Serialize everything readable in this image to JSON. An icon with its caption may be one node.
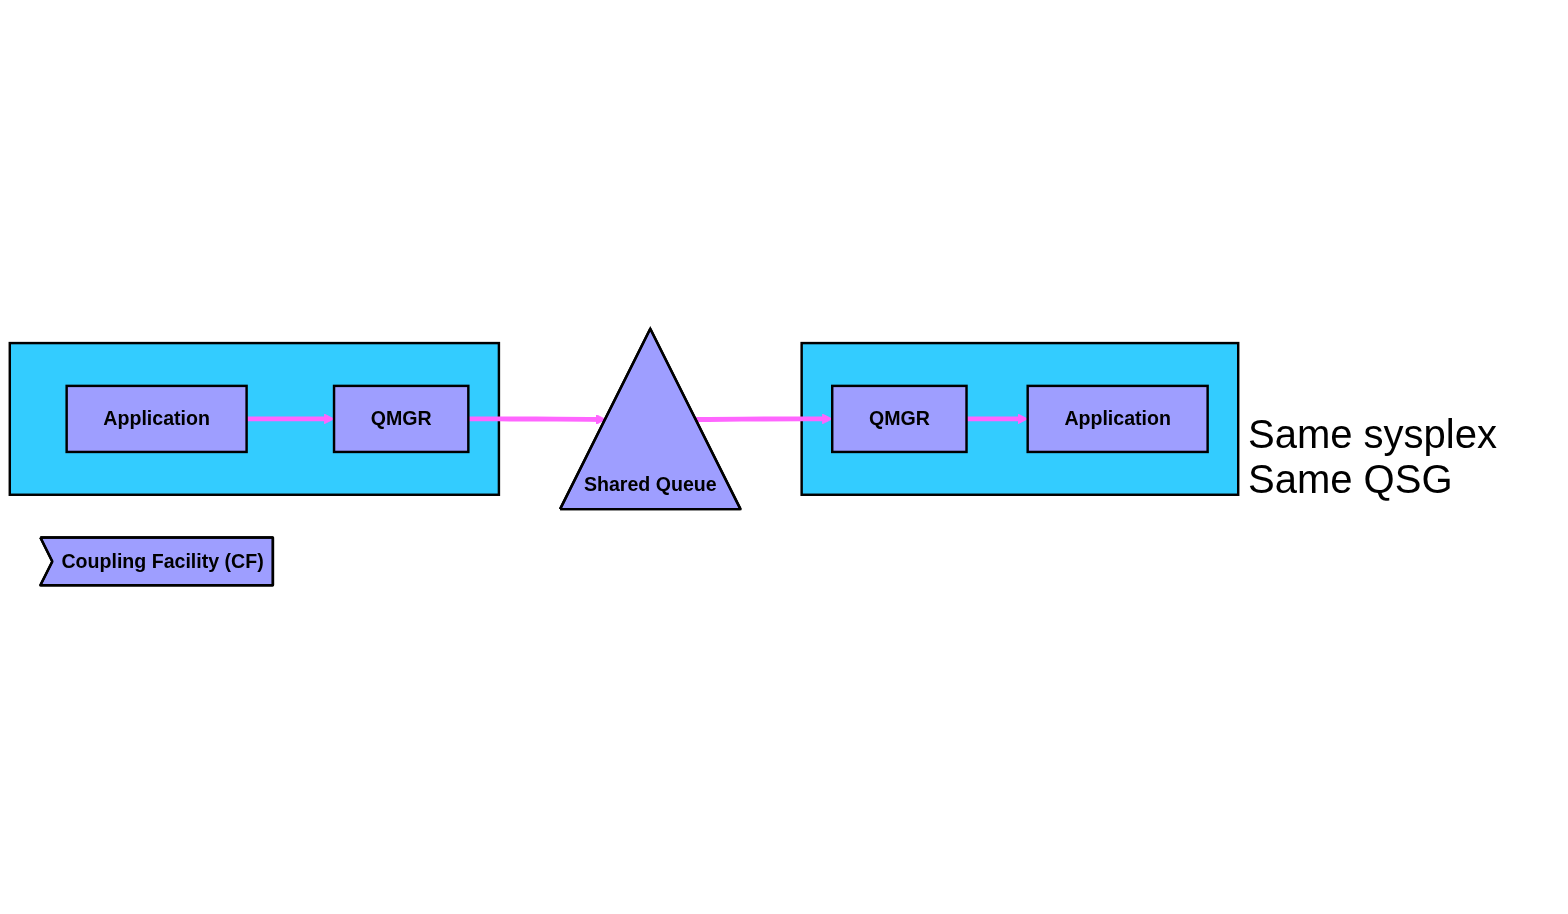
{
  "diagram": {
    "nodes": [
      {
        "text": [],
        "shape": "box"
      },
      {
        "text": [
          "Application"
        ],
        "in": 0
      },
      {
        "text": [
          "QMGR"
        ],
        "in": 0
      },
      {
        "text": [],
        "shape": "box"
      },
      {
        "text": [
          "Application"
        ],
        "in": 3
      },
      {
        "text": [
          "QMGR"
        ],
        "in": 3
      },
      {
        "text": [
          "Shared Queue"
        ]
      },
      {
        "text": [
          "Coupling Facility (CF)"
        ]
      }
    ],
    "edges": [
      {
        "from": 1,
        "to": 2,
        "arrow": "to",
        "color": "#ff66ff"
      },
      {
        "from": 2,
        "to": 6,
        "arrow": "to",
        "color": "#ff66ff"
      },
      {
        "from": 6,
        "to": 5,
        "arrow": "to",
        "color": "#ff66ff"
      },
      {
        "from": 5,
        "to": 4,
        "arrow": "to",
        "color": "#ff66ff"
      }
    ],
    "labels": [
      "Same sysplex",
      "Same QSG"
    ]
  }
}
